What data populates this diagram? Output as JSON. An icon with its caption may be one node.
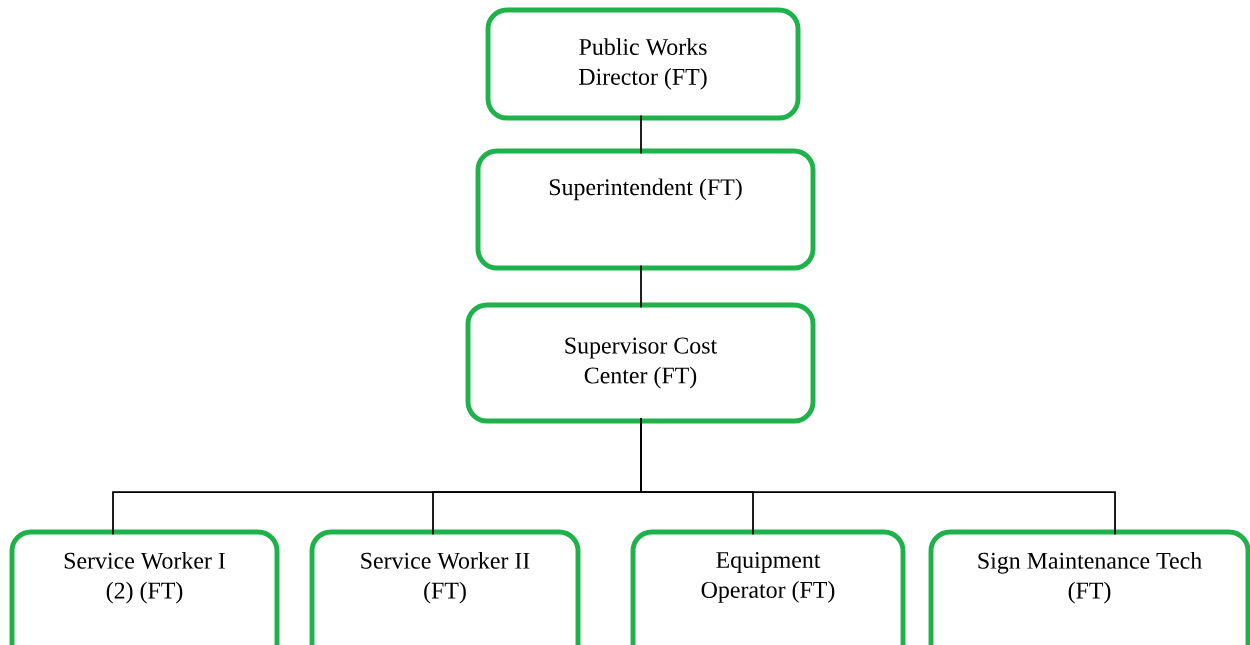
{
  "diagram": {
    "nodes": [
      {
        "text": [
          "Public Works Director (FT)"
        ]
      },
      {
        "text": [
          "Superintendent (FT)"
        ]
      },
      {
        "text": [
          "Supervisor Cost Center (FT)"
        ]
      },
      {
        "text": [
          "Service Worker I (2) (FT)"
        ]
      },
      {
        "text": [
          "Service Worker II (FT)"
        ]
      },
      {
        "text": [
          "Equipment Operator (FT)"
        ]
      },
      {
        "text": [
          "Sign Maintenance Tech (FT)"
        ]
      }
    ],
    "edges": [
      {
        "from": 0,
        "to": 1,
        "arrow": "none"
      },
      {
        "from": 1,
        "to": 2,
        "arrow": "none"
      },
      {
        "from": 2,
        "to": 3,
        "arrow": "none"
      },
      {
        "from": 2,
        "to": 4,
        "arrow": "none"
      },
      {
        "from": 2,
        "to": 5,
        "arrow": "none"
      },
      {
        "from": 2,
        "to": 6,
        "arrow": "none"
      }
    ]
  }
}
